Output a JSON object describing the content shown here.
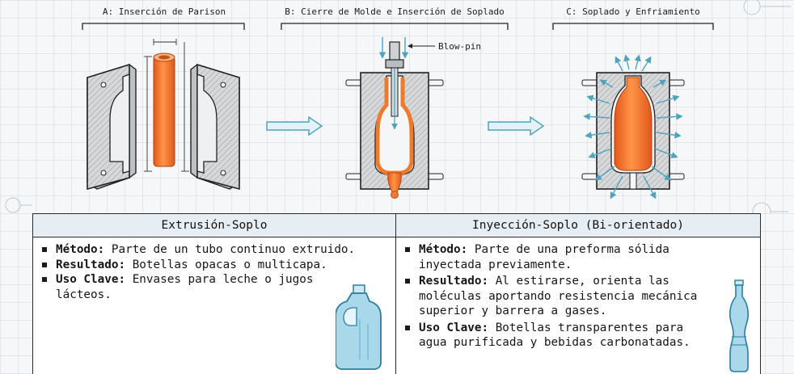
{
  "stages": [
    {
      "title": "A: Inserción de Parison"
    },
    {
      "title": "B: Cierre de Molde e Inserción de Soplado",
      "callout": "Blow-pin"
    },
    {
      "title": "C: Soplado y Enfriamiento"
    }
  ],
  "table": {
    "left": {
      "header": "Extrusión-Soplo",
      "items": [
        {
          "key": "Método:",
          "text": "Parte de un tubo continuo extruido."
        },
        {
          "key": "Resultado:",
          "text": "Botellas opacas o multicapa."
        },
        {
          "key": "Uso Clave:",
          "text": "Envases para leche o jugos lácteos."
        }
      ],
      "icon": "milk-jug-icon"
    },
    "right": {
      "header": "Inyección-Soplo (Bi-orientado)",
      "items": [
        {
          "key": "Método:",
          "text": "Parte de una preforma sólida inyectada previamente."
        },
        {
          "key": "Resultado:",
          "text": "Al estirarse, orienta las moléculas aportando resistencia mecánica superior y barrera a gases."
        },
        {
          "key": "Uso Clave:",
          "text": "Botellas transparentes para agua purificada y bebidas carbonatadas."
        }
      ],
      "icon": "soda-bottle-icon"
    }
  },
  "colors": {
    "parison": "#f07a2c",
    "mold": "#d2d4d6",
    "arrow": "#4fa3bd",
    "header_bg": "#e6eef4"
  }
}
